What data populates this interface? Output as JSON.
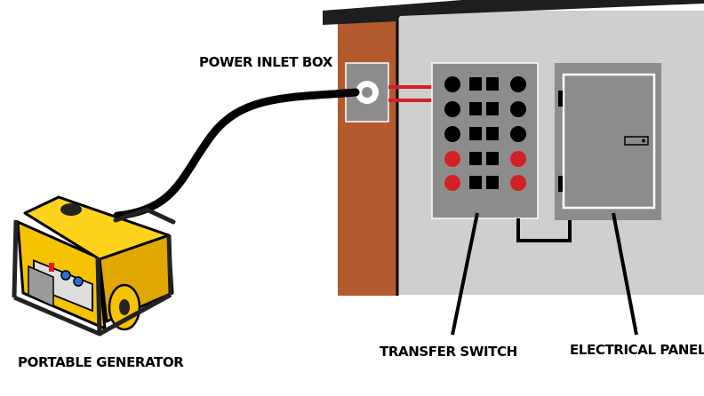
{
  "labels": {
    "power_inlet_box": "POWER INLET BOX",
    "portable_generator": "PORTABLE GENERATOR",
    "transfer_switch": "TRANSFER SWITCH",
    "electrical_panel": "ELECTRICAL PANEL"
  },
  "colors": {
    "house_wall": "#cfcfcf",
    "house_siding": "#b35a2e",
    "roof": "#1e1e1e",
    "box_gray": "#8c8c8c",
    "cable": "#000000",
    "red_wire": "#d32027",
    "breaker_dark": "#000000",
    "breaker_red": "#d32027",
    "generator_yellow": "#f6c300",
    "generator_dark": "#222222"
  }
}
